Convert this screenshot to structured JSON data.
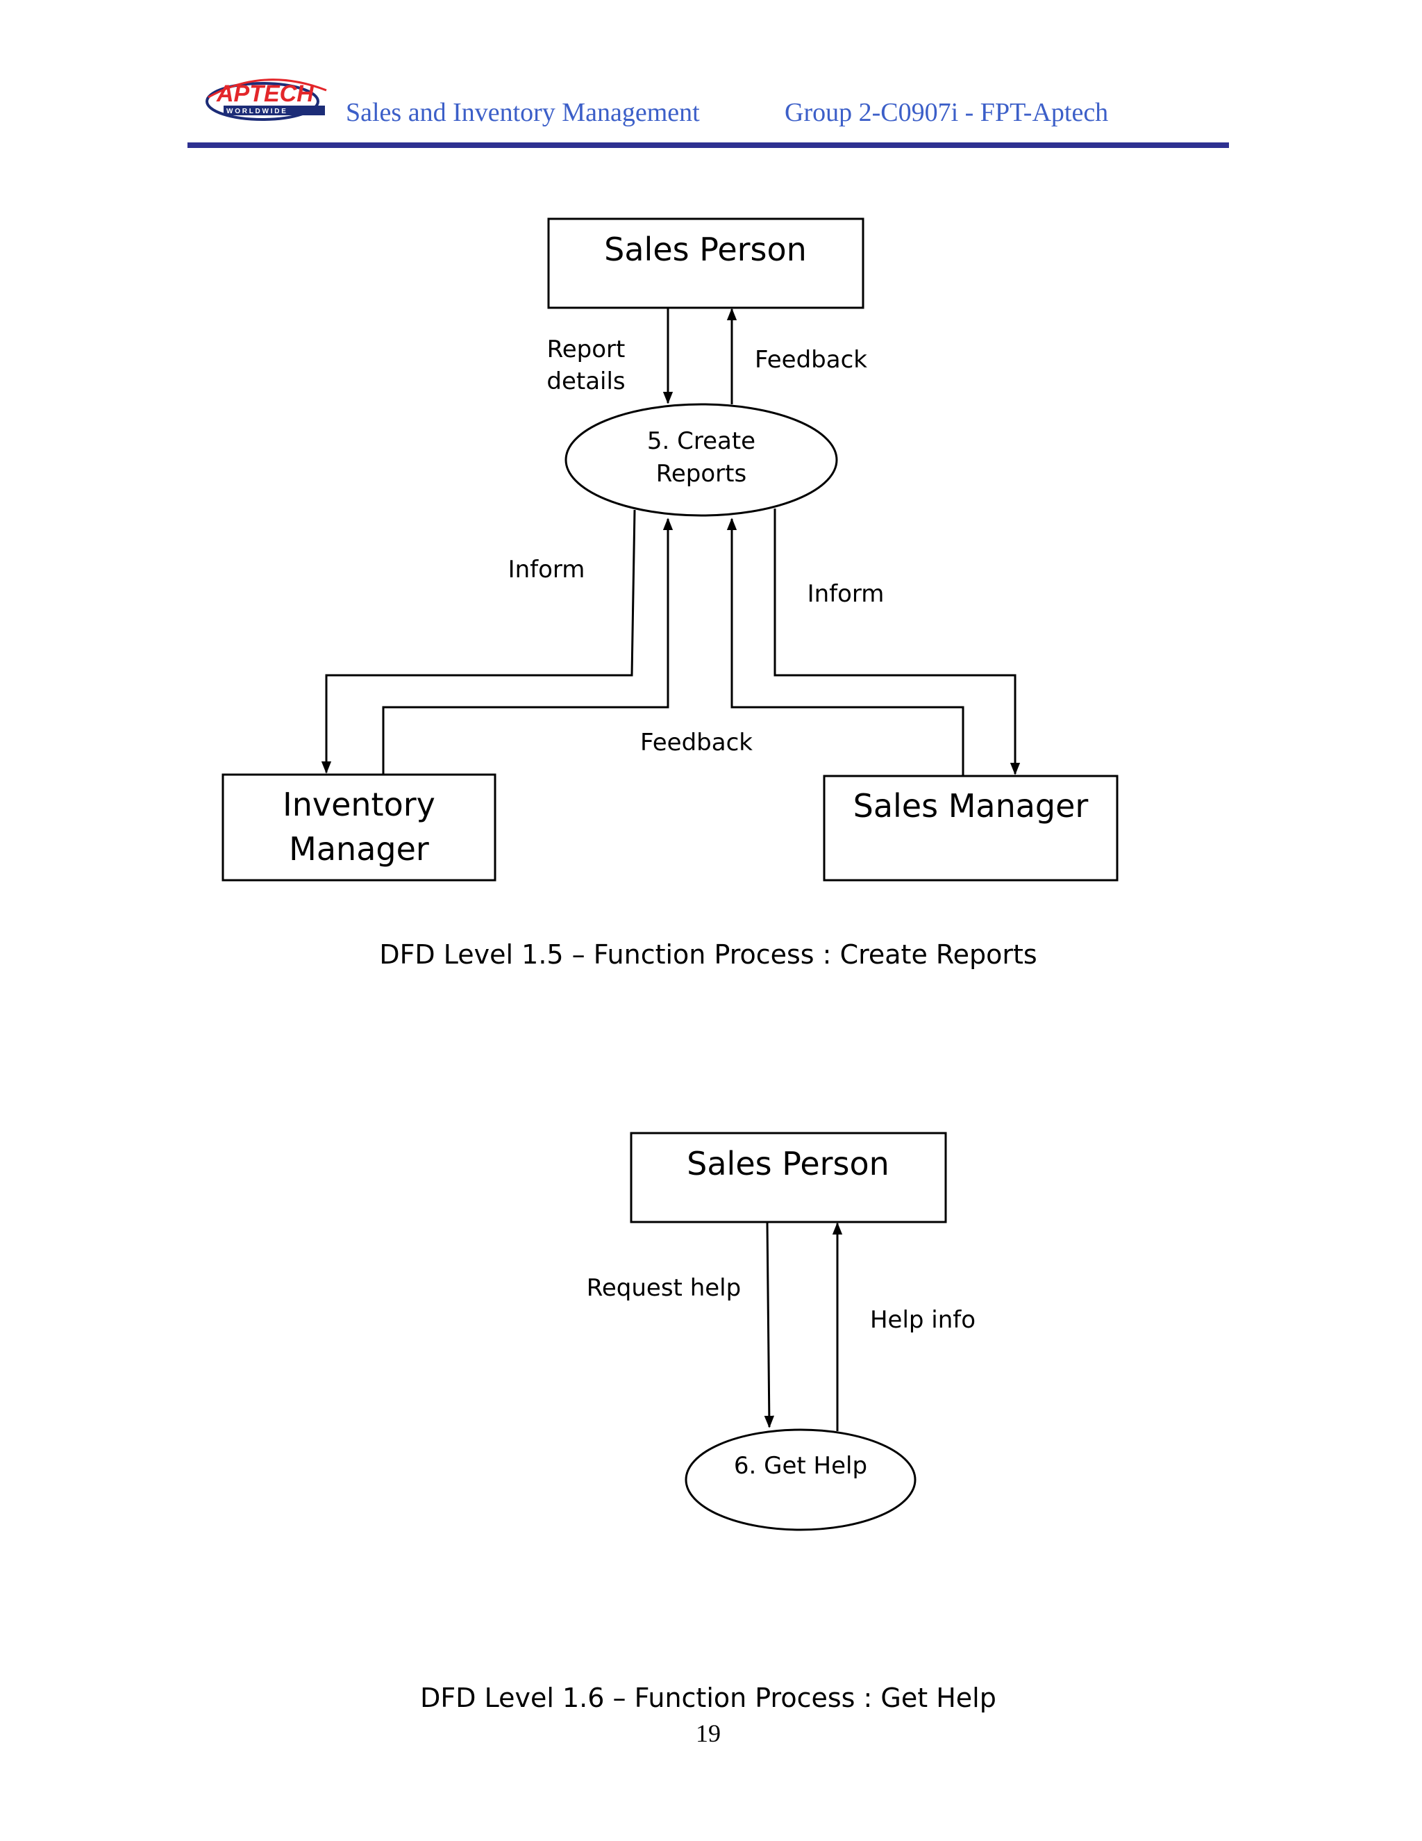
{
  "header": {
    "logo_text": "APTECH",
    "logo_subtext": "W O R L D W I D E",
    "doc_title": "Sales and Inventory Management",
    "group_info": "Group 2-C0907i  -  FPT-Aptech",
    "colors": {
      "text": "#3c5fc8",
      "rule": "#2e3191",
      "logo_red": "#e3262a",
      "logo_navy": "#1c2c77"
    }
  },
  "diagram1": {
    "entities": {
      "sales_person": "Sales Person",
      "inventory_manager_line1": "Inventory",
      "inventory_manager_line2": "Manager",
      "sales_manager": "Sales Manager"
    },
    "process": {
      "line1": "5. Create",
      "line2": "Reports"
    },
    "flows": {
      "report_details_line1": "Report",
      "report_details_line2": "details",
      "feedback_top": "Feedback",
      "inform_left": "Inform",
      "inform_right": "Inform",
      "feedback_bottom": "Feedback"
    },
    "caption": "DFD Level 1.5 – Function Process : Create Reports"
  },
  "diagram2": {
    "entities": {
      "sales_person": "Sales Person"
    },
    "process": {
      "label": "6. Get Help"
    },
    "flows": {
      "request_help": "Request help",
      "help_info": "Help info"
    },
    "caption": "DFD Level 1.6 – Function Process : Get Help"
  },
  "page_number": "19"
}
